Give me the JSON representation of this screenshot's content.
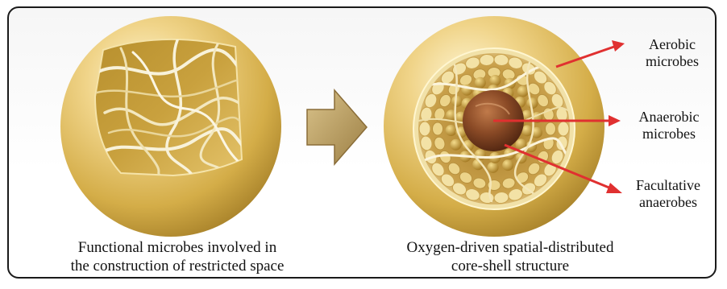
{
  "left_panel": {
    "caption_line1": "Functional microbes involved in",
    "caption_line2": "the construction of restricted space"
  },
  "right_panel": {
    "caption_line1": "Oxygen-driven spatial-distributed",
    "caption_line2": "core-shell structure"
  },
  "labels": {
    "aerobic_line1": "Aerobic",
    "aerobic_line2": "microbes",
    "anaerobic_line1": "Anaerobic",
    "anaerobic_line2": "microbes",
    "facultative_line1": "Facultative",
    "facultative_line2": "anaerobes"
  },
  "colors": {
    "sphere_gold": "#d9b24a",
    "arrow_red": "#e03030",
    "big_arrow": "#b39a5e",
    "core_brown": "#7a3f22"
  }
}
